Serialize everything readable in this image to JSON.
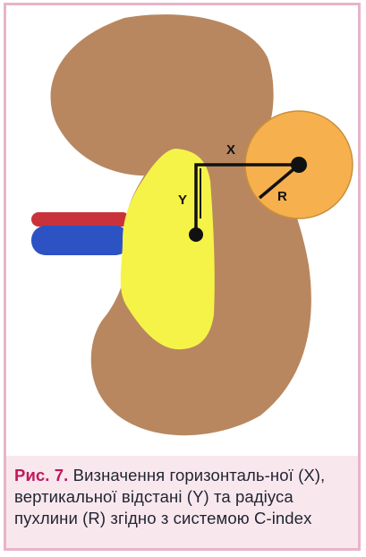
{
  "diagram": {
    "labels": {
      "x": "X",
      "y": "Y",
      "r": "R"
    },
    "colors": {
      "kidney": "#b8875f",
      "hilum": "#f6f348",
      "tumor": "#f7b04e",
      "artery": "#c9323a",
      "vein": "#2c52c4",
      "lines": "#111111"
    }
  },
  "caption": {
    "label": "Рис. 7.",
    "text": " Визначення горизонталь-ної (X), вертикальної відстані (Y) та радіуса пухлини (R) згідно з системою C-index"
  }
}
